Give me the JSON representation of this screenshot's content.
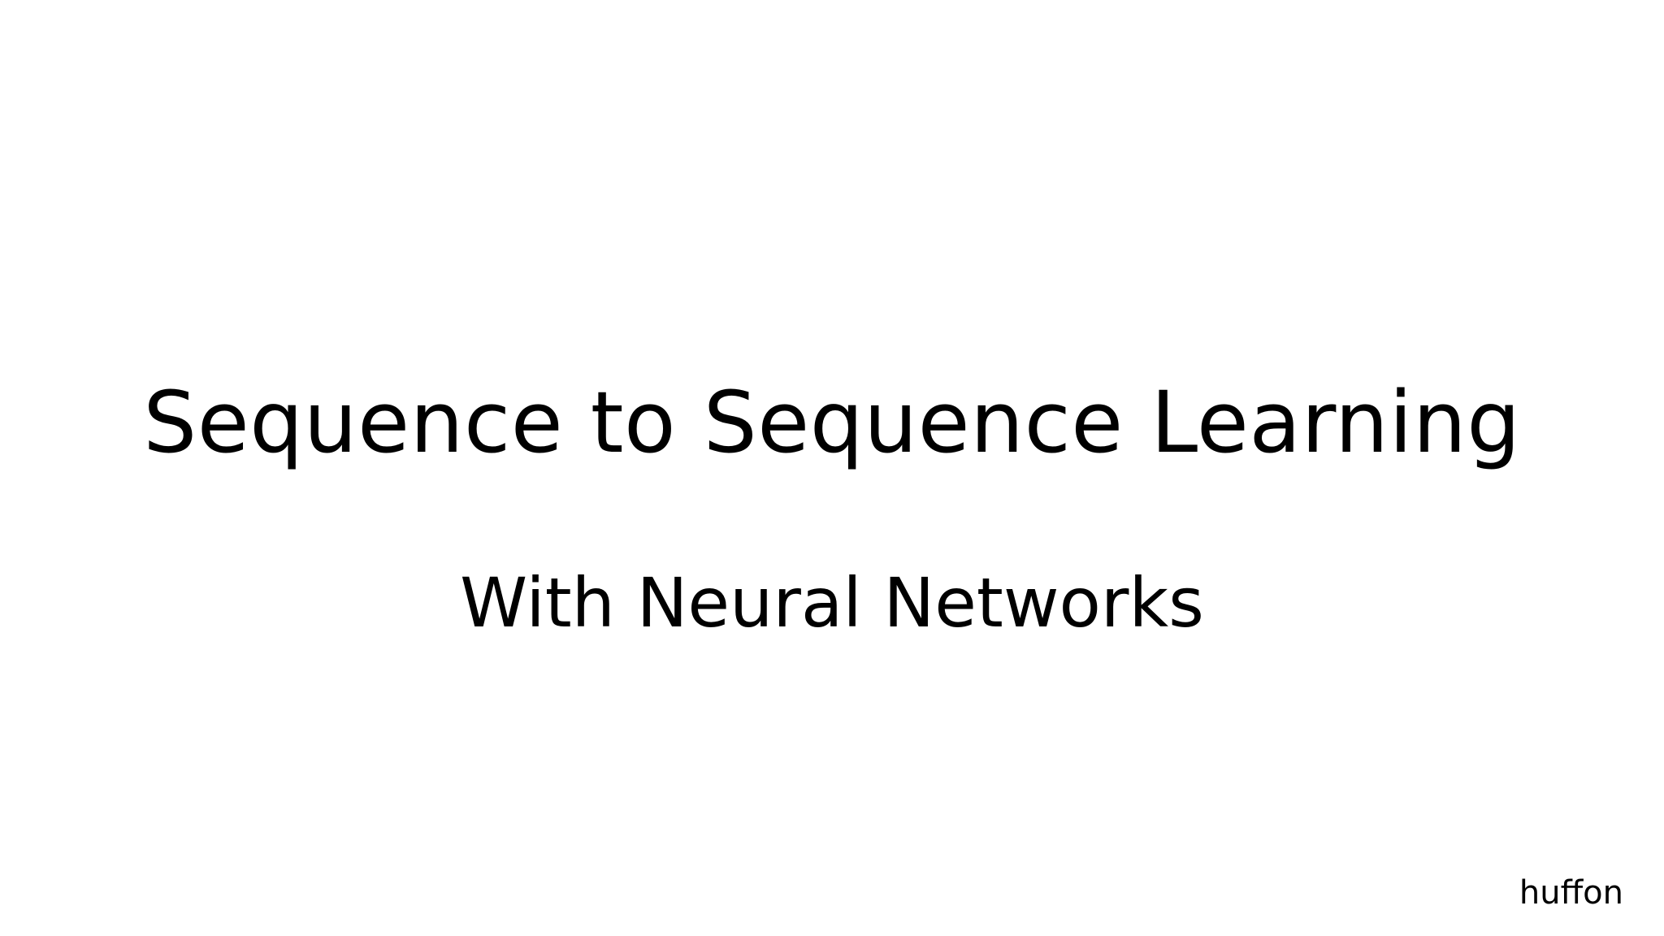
{
  "slide": {
    "title": "Sequence to Sequence Learning",
    "subtitle": "With Neural Networks",
    "logo_text": "huffon"
  },
  "colors": {
    "background": "#ffffff",
    "text": "#000000"
  }
}
